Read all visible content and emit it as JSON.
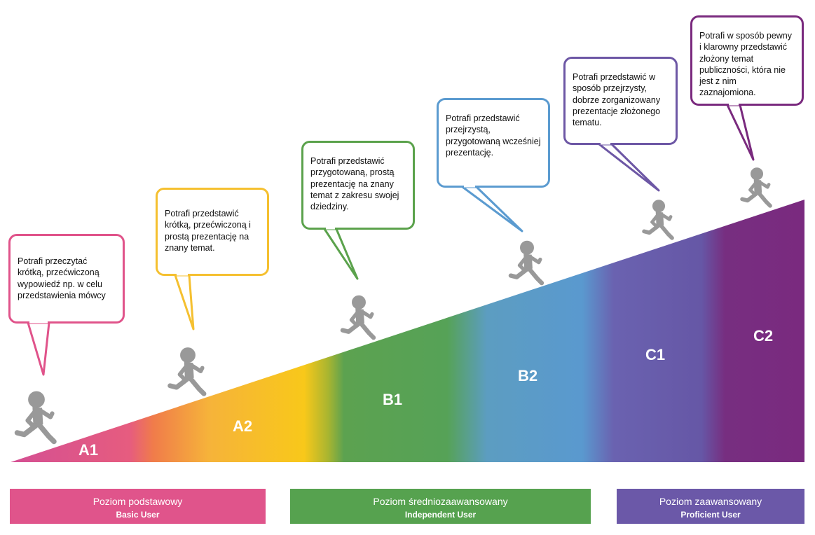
{
  "levels": [
    {
      "code": "A1",
      "color": "#e0538a",
      "text": "Potrafi przeczytać krótką, przećwiczoną wypowiedź np. w celu przedstawienia mówcy"
    },
    {
      "code": "A2",
      "color": "#f5c030",
      "text": "Potrafi przedstawić krótką, przećwiczoną i prostą prezentację na znany temat."
    },
    {
      "code": "B1",
      "color": "#5ba24c",
      "text": "Potrafi przedstawić przygotowaną, prostą prezentację na znany temat z zakresu swojej dziedziny."
    },
    {
      "code": "B2",
      "color": "#5b9bd0",
      "text": "Potrafi przedstawić przejrzystą, przygotowaną wcześniej prezentację."
    },
    {
      "code": "C1",
      "color": "#6d57a5",
      "text": "Potrafi przedstawić w sposób przejrzysty, dobrze zorganizowany prezentacje złożonego tematu."
    },
    {
      "code": "C2",
      "color": "#7a2a7e",
      "text": "Potrafi w sposób pewny i klarowny przedstawić złożony temat publiczności, która nie jest z nim zaznajomiona."
    }
  ],
  "bands": [
    {
      "pl": "Poziom podstawowy",
      "en": "Basic User",
      "color": "#e0548b"
    },
    {
      "pl": "Poziom średniozaawansowany",
      "en": "Independent User",
      "color": "#56a24f"
    },
    {
      "pl": "Poziom zaawansowany",
      "en": "Proficient User",
      "color": "#6b58a8"
    }
  ],
  "figure_icon": "running-person-icon",
  "figure_color": "#999999"
}
